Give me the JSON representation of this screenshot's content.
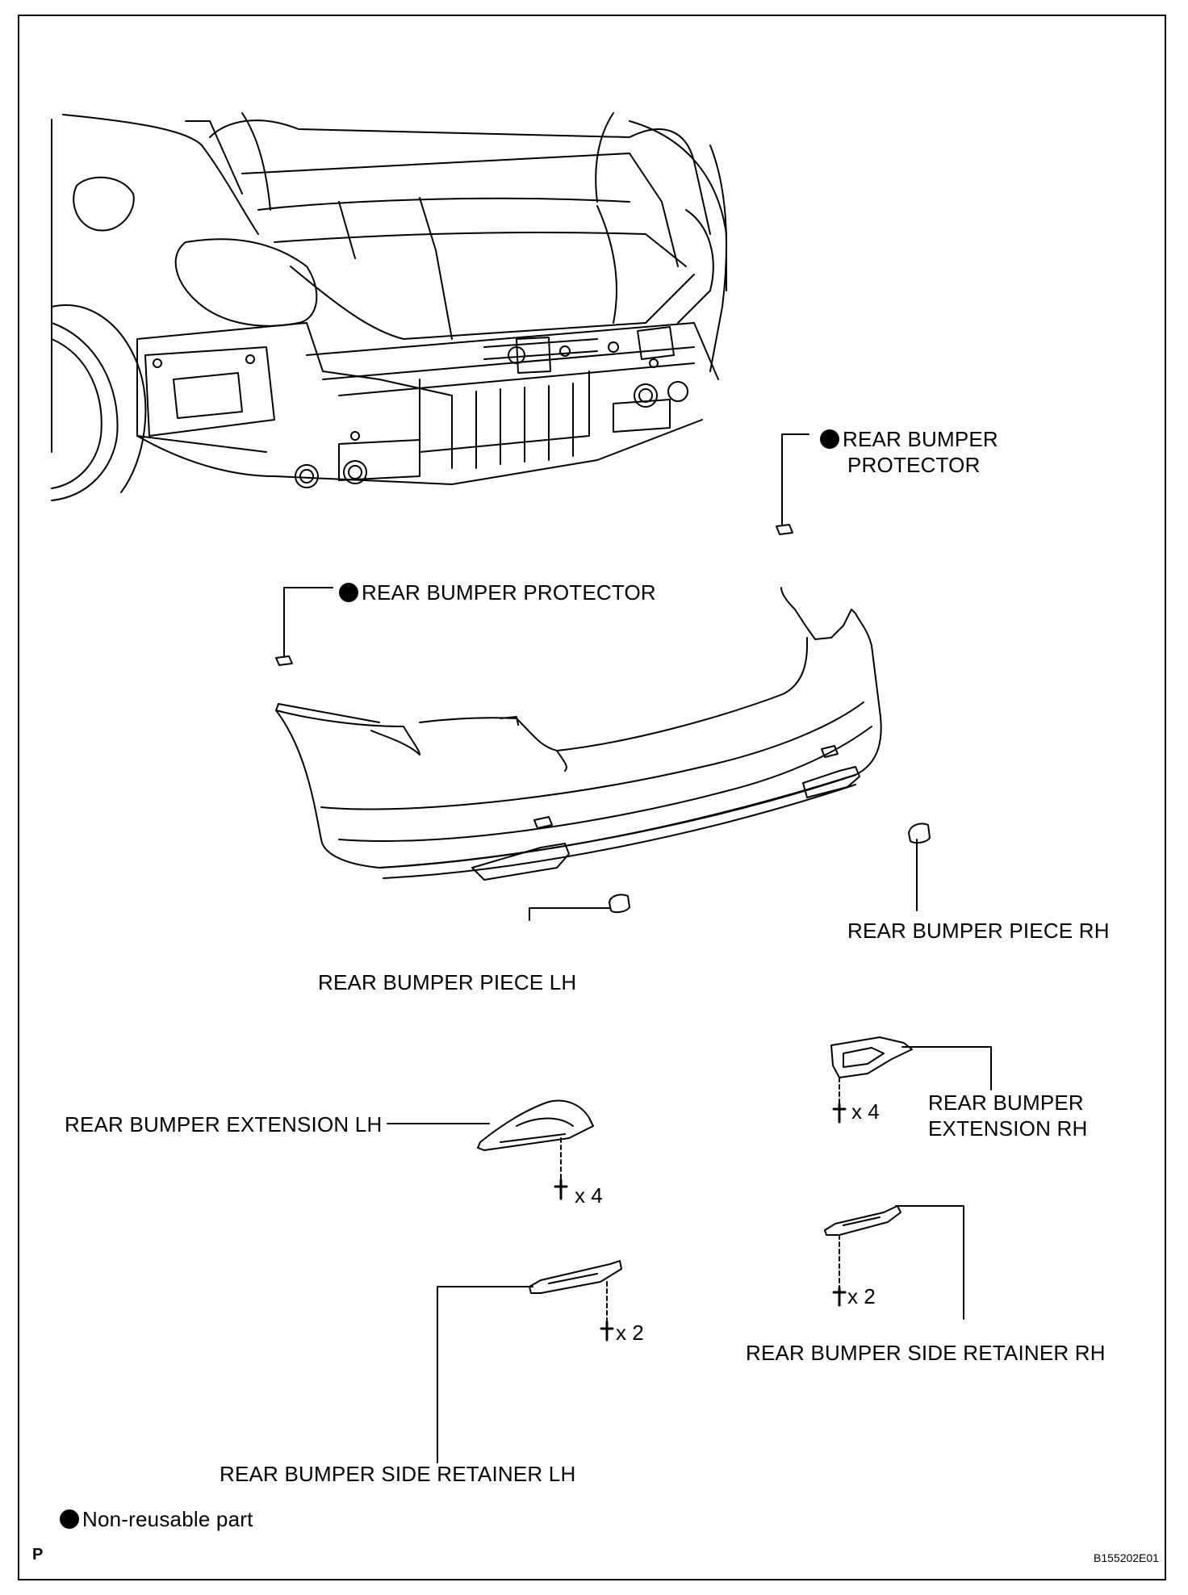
{
  "labels": {
    "protector_top_line1": "REAR BUMPER",
    "protector_top_line2": "PROTECTOR",
    "protector_left": "REAR BUMPER PROTECTOR",
    "piece_rh": "REAR BUMPER PIECE RH",
    "piece_lh": "REAR BUMPER PIECE LH",
    "extension_lh": "REAR BUMPER EXTENSION LH",
    "extension_rh_line1": "REAR BUMPER",
    "extension_rh_line2": "EXTENSION RH",
    "side_retainer_lh": "REAR BUMPER SIDE RETAINER LH",
    "side_retainer_rh": "REAR BUMPER SIDE RETAINER RH"
  },
  "quantities": {
    "ext_lh_screws": "x 4",
    "ext_rh_screws": "x 4",
    "ret_lh_screws": "x 2",
    "ret_rh_screws": "x 2"
  },
  "legend": {
    "non_reusable": "Non-reusable part"
  },
  "footer": {
    "page_marker": "P",
    "figure_code": "B155202E01"
  }
}
